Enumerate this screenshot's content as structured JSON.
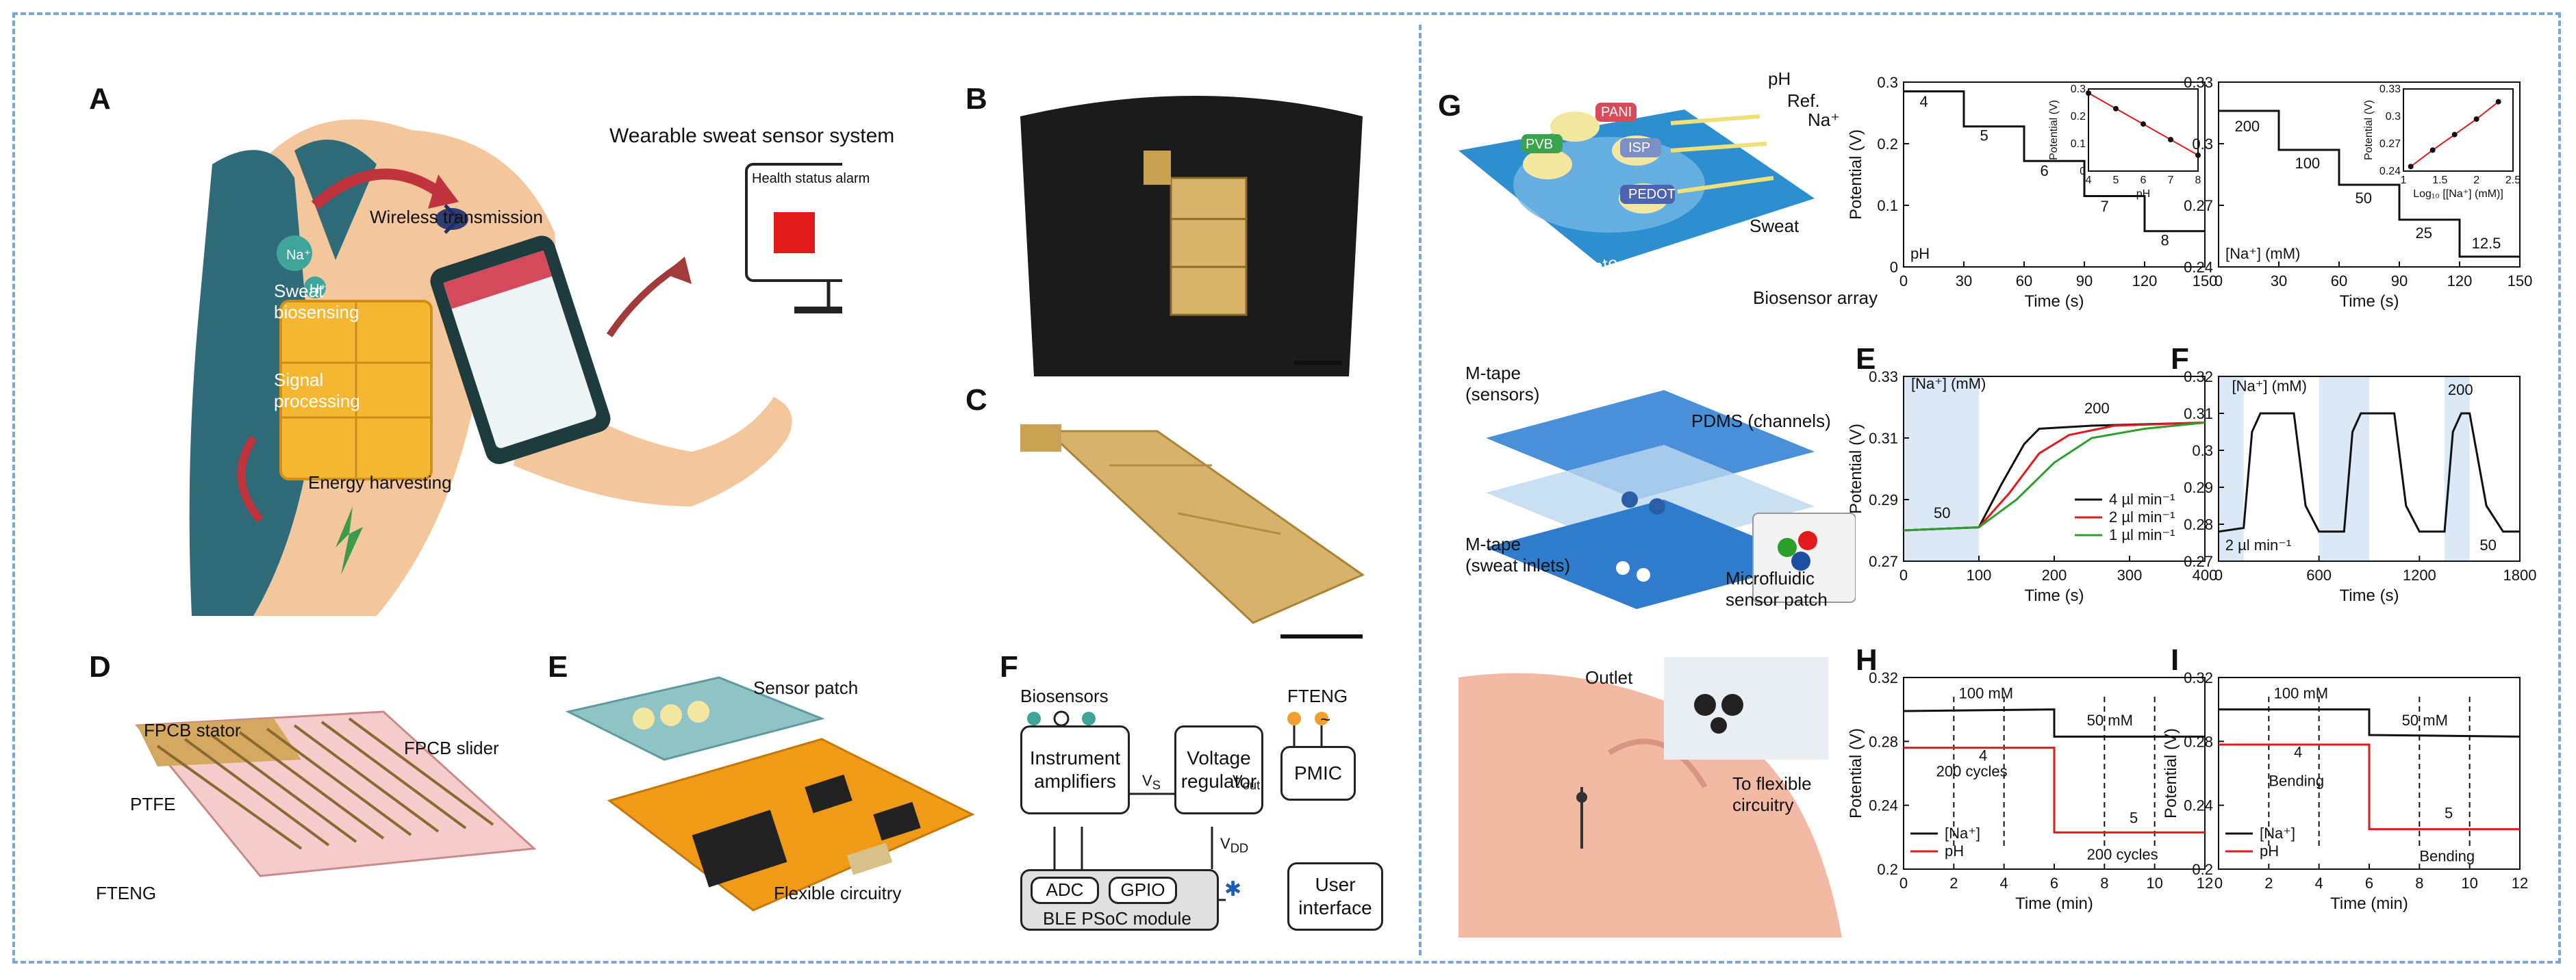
{
  "panels": {
    "A": {
      "letter": "A",
      "title": "Wearable sweat sensor system",
      "sweat_biosensing": "Sweat biosensing",
      "wireless": "Wireless transmission",
      "signal": "Signal processing",
      "energy": "Energy harvesting",
      "health_alarm": "Health status alarm",
      "na": "Na⁺",
      "h": "H⁺"
    },
    "B": {
      "letter": "B"
    },
    "C": {
      "letter": "C"
    },
    "D": {
      "letter": "D",
      "stator": "FPCB stator",
      "slider": "FPCB slider",
      "ptfe": "PTFE",
      "fteng": "FTENG"
    },
    "E": {
      "letter": "E",
      "patch": "Sensor patch",
      "flex": "Flexible circuitry"
    },
    "F": {
      "letter": "F",
      "biosensors": "Biosensors",
      "fteng": "FTENG",
      "inst_amp": "Instrument amplifiers",
      "volt_reg": "Voltage regulator",
      "pmic": "PMIC",
      "adc": "ADC",
      "gpio": "GPIO",
      "ble": "BLE PSoC module",
      "ui": "User interface",
      "vs": "V",
      "vs_sub": "S",
      "vout": "V",
      "vout_sub": "out",
      "vdd": "V",
      "vdd_sub": "DD",
      "tilde": "~"
    },
    "G": {
      "letter": "G",
      "ph": "pH",
      "ref": "Ref.",
      "na": "Na⁺",
      "pvb": "PVB",
      "pani": "PANI",
      "isp": "ISP",
      "pedot": "PEDOT",
      "sweat": "Sweat",
      "pet": "PET substrate",
      "array": "Biosensor array",
      "mtape_s": "M-tape\n(sensors)",
      "pdms": "PDMS (channels)",
      "mtape_i": "M-tape\n(sweat inlets)",
      "patch": "Microfluidic\nsensor patch",
      "outlet": "Outlet",
      "to_flex": "To flexible\ncircuitry"
    },
    "E2": {
      "letter": "E"
    },
    "F2": {
      "letter": "F"
    },
    "H": {
      "letter": "H"
    },
    "I": {
      "letter": "I"
    }
  },
  "colors": {
    "red": "#e31a1c",
    "green": "#2ca02c",
    "blue_band": "#dbe8f5",
    "line": "#111111",
    "na_bg": "#dbe8f5"
  },
  "chart_data": [
    {
      "id": "chart-ph",
      "type": "line",
      "xlabel": "Time (s)",
      "ylabel": "Potential (V)",
      "xlim": [
        0,
        150
      ],
      "ylim": [
        0.0,
        0.3
      ],
      "xticks": [
        0,
        30,
        60,
        90,
        120,
        150
      ],
      "yticks": [
        0.0,
        0.1,
        0.2,
        0.3
      ],
      "series": [
        {
          "values": [
            [
              0,
              0.285
            ],
            [
              30,
              0.285
            ],
            [
              30,
              0.228
            ],
            [
              60,
              0.228
            ],
            [
              60,
              0.172
            ],
            [
              90,
              0.172
            ],
            [
              90,
              0.115
            ],
            [
              120,
              0.115
            ],
            [
              120,
              0.058
            ],
            [
              150,
              0.058
            ]
          ]
        }
      ],
      "step_labels": [
        {
          "text": "4",
          "x": 8,
          "y": 0.26
        },
        {
          "text": "5",
          "x": 38,
          "y": 0.205
        },
        {
          "text": "6",
          "x": 68,
          "y": 0.148
        },
        {
          "text": "7",
          "x": 98,
          "y": 0.09
        },
        {
          "text": "8",
          "x": 128,
          "y": 0.035
        }
      ],
      "corner_label": "pH",
      "inset": {
        "xlabel": "pH",
        "ylabel": "Potential (V)",
        "xticks": [
          4,
          5,
          6,
          7,
          8
        ],
        "yticks": [
          0.0,
          0.1,
          0.2,
          0.3
        ],
        "x": [
          4,
          5,
          6,
          7,
          8
        ],
        "y": [
          0.285,
          0.228,
          0.172,
          0.115,
          0.058
        ]
      }
    },
    {
      "id": "chart-na",
      "type": "line",
      "xlabel": "Time (s)",
      "ylabel": "",
      "xlim": [
        0,
        150
      ],
      "ylim": [
        0.24,
        0.33
      ],
      "xticks": [
        0,
        30,
        60,
        90,
        120,
        150
      ],
      "yticks": [
        0.24,
        0.27,
        0.3,
        0.33
      ],
      "series": [
        {
          "values": [
            [
              0,
              0.316
            ],
            [
              30,
              0.316
            ],
            [
              30,
              0.297
            ],
            [
              60,
              0.297
            ],
            [
              60,
              0.28
            ],
            [
              90,
              0.28
            ],
            [
              90,
              0.263
            ],
            [
              120,
              0.263
            ],
            [
              120,
              0.245
            ],
            [
              150,
              0.245
            ]
          ]
        }
      ],
      "step_labels": [
        {
          "text": "200",
          "x": 8,
          "y": 0.306
        },
        {
          "text": "100",
          "x": 38,
          "y": 0.288
        },
        {
          "text": "50",
          "x": 68,
          "y": 0.271
        },
        {
          "text": "25",
          "x": 98,
          "y": 0.254
        },
        {
          "text": "12.5",
          "x": 126,
          "y": 0.249
        }
      ],
      "corner_label": "[Na⁺] (mM)",
      "inset": {
        "xlabel": "Log₁₀ [[Na⁺] (mM)]",
        "ylabel": "Potential (V)",
        "xticks": [
          1.0,
          1.5,
          2.0,
          2.5
        ],
        "yticks": [
          0.24,
          0.27,
          0.3,
          0.33
        ],
        "x": [
          1.1,
          1.4,
          1.7,
          2.0,
          2.3
        ],
        "y": [
          0.245,
          0.263,
          0.28,
          0.297,
          0.316
        ]
      }
    },
    {
      "id": "chart-e2",
      "type": "line",
      "xlabel": "Time (s)",
      "ylabel": "Potential (V)",
      "xlim": [
        0,
        400
      ],
      "ylim": [
        0.27,
        0.33
      ],
      "xticks": [
        0,
        100,
        200,
        300,
        400
      ],
      "yticks": [
        0.27,
        0.29,
        0.31,
        0.33
      ],
      "band": [
        0,
        100
      ],
      "series": [
        {
          "name": "4 µl min⁻¹",
          "color": "#111111",
          "values": [
            [
              0,
              0.28
            ],
            [
              100,
              0.281
            ],
            [
              130,
              0.295
            ],
            [
              160,
              0.308
            ],
            [
              180,
              0.313
            ],
            [
              250,
              0.314
            ],
            [
              400,
              0.315
            ]
          ]
        },
        {
          "name": "2 µl min⁻¹",
          "color": "#e31a1c",
          "values": [
            [
              0,
              0.28
            ],
            [
              100,
              0.281
            ],
            [
              140,
              0.292
            ],
            [
              180,
              0.305
            ],
            [
              220,
              0.311
            ],
            [
              280,
              0.314
            ],
            [
              400,
              0.315
            ]
          ]
        },
        {
          "name": "1 µl min⁻¹",
          "color": "#2ca02c",
          "values": [
            [
              0,
              0.28
            ],
            [
              100,
              0.281
            ],
            [
              150,
              0.29
            ],
            [
              200,
              0.302
            ],
            [
              250,
              0.31
            ],
            [
              320,
              0.313
            ],
            [
              400,
              0.315
            ]
          ]
        }
      ],
      "labels": [
        {
          "text": "[Na⁺] (mM)",
          "x": 10,
          "y": 0.326
        },
        {
          "text": "50",
          "x": 40,
          "y": 0.284
        },
        {
          "text": "200",
          "x": 240,
          "y": 0.318
        }
      ]
    },
    {
      "id": "chart-f2",
      "type": "line",
      "xlabel": "Time (s)",
      "ylabel": "",
      "xlim": [
        0,
        1800
      ],
      "ylim": [
        0.27,
        0.32
      ],
      "xticks": [
        0,
        600,
        1200,
        1800
      ],
      "yticks": [
        0.27,
        0.28,
        0.29,
        0.3,
        0.31,
        0.32
      ],
      "bands": [
        [
          0,
          150
        ],
        [
          600,
          900
        ],
        [
          1350,
          1500
        ]
      ],
      "series": [
        {
          "color": "#111111",
          "values": [
            [
              0,
              0.278
            ],
            [
              150,
              0.279
            ],
            [
              200,
              0.305
            ],
            [
              250,
              0.31
            ],
            [
              450,
              0.31
            ],
            [
              520,
              0.285
            ],
            [
              600,
              0.278
            ],
            [
              750,
              0.278
            ],
            [
              800,
              0.305
            ],
            [
              850,
              0.31
            ],
            [
              1050,
              0.31
            ],
            [
              1120,
              0.285
            ],
            [
              1200,
              0.278
            ],
            [
              1350,
              0.278
            ],
            [
              1400,
              0.305
            ],
            [
              1450,
              0.31
            ],
            [
              1500,
              0.31
            ],
            [
              1600,
              0.285
            ],
            [
              1700,
              0.278
            ],
            [
              1800,
              0.278
            ]
          ]
        }
      ],
      "labels": [
        {
          "text": "[Na⁺] (mM)",
          "x": 80,
          "y": 0.316
        },
        {
          "text": "200",
          "x": 1370,
          "y": 0.315
        },
        {
          "text": "2 µl min⁻¹",
          "x": 40,
          "y": 0.273
        },
        {
          "text": "50",
          "x": 1560,
          "y": 0.273
        }
      ]
    },
    {
      "id": "chart-h",
      "type": "line",
      "xlabel": "Time (min)",
      "ylabel": "Potential (V)",
      "xlim": [
        0,
        12
      ],
      "ylim": [
        0.2,
        0.32
      ],
      "xticks": [
        0,
        2,
        4,
        6,
        8,
        10,
        12
      ],
      "yticks": [
        0.2,
        0.24,
        0.28,
        0.32
      ],
      "series": [
        {
          "name": "[Na⁺]",
          "color": "#111111",
          "values": [
            [
              0,
              0.299
            ],
            [
              6,
              0.3
            ],
            [
              6,
              0.283
            ],
            [
              12,
              0.283
            ]
          ]
        },
        {
          "name": "pH",
          "color": "#e31a1c",
          "values": [
            [
              0,
              0.276
            ],
            [
              6,
              0.276
            ],
            [
              6,
              0.223
            ],
            [
              12,
              0.223
            ]
          ]
        }
      ],
      "dashes": [
        2,
        4,
        8,
        10
      ],
      "labels": [
        {
          "text": "100 mM",
          "x": 2.2,
          "y": 0.307
        },
        {
          "text": "50 mM",
          "x": 7.3,
          "y": 0.29
        },
        {
          "text": "4",
          "x": 3.0,
          "y": 0.268
        },
        {
          "text": "5",
          "x": 9.0,
          "y": 0.229
        },
        {
          "text": "200 cycles",
          "x": 1.3,
          "y": 0.258
        },
        {
          "text": "200 cycles",
          "x": 7.3,
          "y": 0.206
        }
      ]
    },
    {
      "id": "chart-i",
      "type": "line",
      "xlabel": "Time (min)",
      "ylabel": "Potential (V)",
      "xlim": [
        0,
        12
      ],
      "ylim": [
        0.2,
        0.32
      ],
      "xticks": [
        0,
        2,
        4,
        6,
        8,
        10,
        12
      ],
      "yticks": [
        0.2,
        0.24,
        0.28,
        0.32
      ],
      "series": [
        {
          "name": "[Na⁺]",
          "color": "#111111",
          "values": [
            [
              0,
              0.3
            ],
            [
              6,
              0.3
            ],
            [
              6,
              0.284
            ],
            [
              12,
              0.283
            ]
          ]
        },
        {
          "name": "pH",
          "color": "#e31a1c",
          "values": [
            [
              0,
              0.278
            ],
            [
              6,
              0.278
            ],
            [
              6,
              0.225
            ],
            [
              12,
              0.225
            ]
          ]
        }
      ],
      "dashes": [
        2,
        4,
        8,
        10
      ],
      "labels": [
        {
          "text": "100 mM",
          "x": 2.2,
          "y": 0.307
        },
        {
          "text": "50 mM",
          "x": 7.3,
          "y": 0.29
        },
        {
          "text": "4",
          "x": 3.0,
          "y": 0.27
        },
        {
          "text": "5",
          "x": 9.0,
          "y": 0.232
        },
        {
          "text": "Bending",
          "x": 2.0,
          "y": 0.252
        },
        {
          "text": "Bending",
          "x": 8.0,
          "y": 0.205
        }
      ]
    }
  ]
}
